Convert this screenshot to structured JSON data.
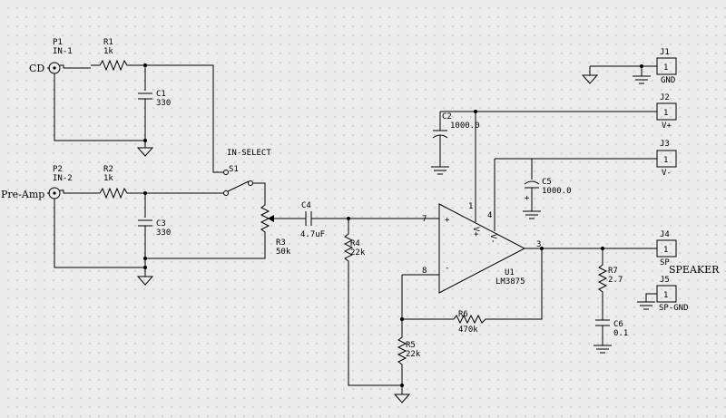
{
  "inputs": {
    "p1": {
      "ref": "P1",
      "name": "IN-1",
      "label": "CD"
    },
    "p2": {
      "ref": "P2",
      "name": "IN-2",
      "label": "Pre-Amp"
    }
  },
  "resistors": {
    "r1": {
      "ref": "R1",
      "value": "1k"
    },
    "r2": {
      "ref": "R2",
      "value": "1k"
    },
    "r3": {
      "ref": "R3",
      "value": "50k"
    },
    "r4": {
      "ref": "R4",
      "value": "22k"
    },
    "r5": {
      "ref": "R5",
      "value": "22k"
    },
    "r6": {
      "ref": "R6",
      "value": "470k"
    },
    "r7": {
      "ref": "R7",
      "value": "2.7"
    }
  },
  "capacitors": {
    "c1": {
      "ref": "C1",
      "value": "330"
    },
    "c2": {
      "ref": "C2",
      "value": "1000.0"
    },
    "c3": {
      "ref": "C3",
      "value": "330"
    },
    "c4": {
      "ref": "C4",
      "value": "4.7uF"
    },
    "c5": {
      "ref": "C5",
      "value": "1000.0"
    },
    "c6": {
      "ref": "C6",
      "value": "0.1"
    }
  },
  "switch": {
    "ref": "S1",
    "label": "IN-SELECT"
  },
  "opamp": {
    "ref": "U1",
    "part": "LM3875",
    "pins": {
      "p1": "1",
      "p3": "3",
      "p4": "4",
      "p7": "7",
      "p8": "8"
    },
    "plus": "+",
    "minus": "-",
    "vplus": "V+",
    "vminus": "V-"
  },
  "connectors": {
    "j1": {
      "ref": "J1",
      "pin": "1",
      "name": "GND"
    },
    "j2": {
      "ref": "J2",
      "pin": "1",
      "name": "V+"
    },
    "j3": {
      "ref": "J3",
      "pin": "1",
      "name": "V-"
    },
    "j4": {
      "ref": "J4",
      "pin": "1",
      "name": "SP"
    },
    "j5": {
      "ref": "J5",
      "pin": "1",
      "name": "SP-GND"
    }
  },
  "labels": {
    "speaker": "SPEAKER"
  },
  "symbols": {
    "polarity_plus": "+"
  }
}
